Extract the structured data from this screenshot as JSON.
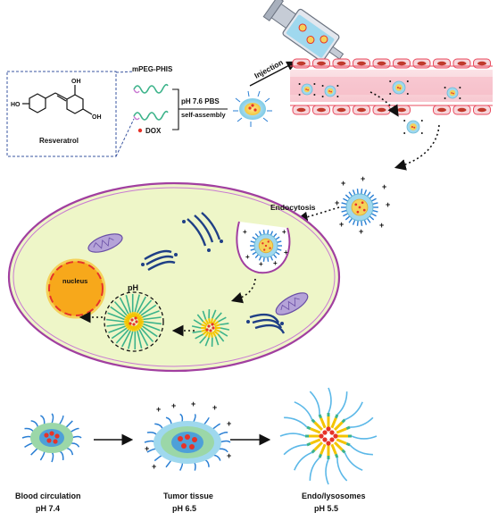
{
  "molecule": {
    "name": "Resveratrol",
    "oh_label": "HO",
    "oh_label2": "OH"
  },
  "labels": {
    "polymer": "mPEG-PHIS",
    "drug": "DOX",
    "buffer": "pH 7.6 PBS",
    "assembly": "self-assembly",
    "injection": "Injection",
    "endocytosis": "Endocytosis",
    "nucleus": "nucleus",
    "ph": "pH"
  },
  "stages": [
    {
      "name": "Blood circulation",
      "ph": "pH 7.4"
    },
    {
      "name": "Tumor tissue",
      "ph": "pH 6.5"
    },
    {
      "name": "Endo/lysosomes",
      "ph": "pH 5.5"
    }
  ],
  "colors": {
    "micelle_shell": "#9fd8ee",
    "micelle_core": "#f4d25a",
    "dox": "#e63329",
    "chain": "#2a7fd4",
    "vessel": "#ea4a5e",
    "cell_membrane": "#a13fa0",
    "cell_fill": "#eef6c8",
    "nucleus": "#f7a81b"
  }
}
